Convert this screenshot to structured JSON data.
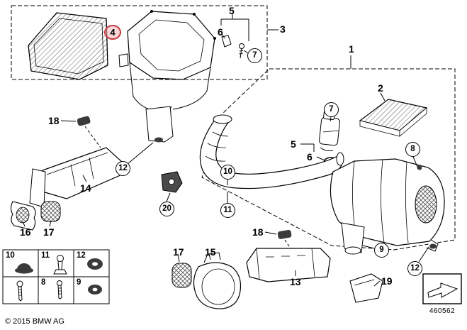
{
  "colors": {
    "highlight_red": "#c4373d",
    "line": "#000000",
    "background": "#ffffff",
    "part_dark": "#3a3a3a"
  },
  "callouts": [
    {
      "label": "4",
      "shape": "highlight"
    },
    {
      "label": "5",
      "shape": "plain"
    },
    {
      "label": "6",
      "shape": "plain"
    },
    {
      "label": "7",
      "shape": "circle"
    },
    {
      "label": "3",
      "shape": "plain"
    },
    {
      "label": "1",
      "shape": "plain"
    },
    {
      "label": "2",
      "shape": "plain"
    },
    {
      "label": "7",
      "shape": "circle"
    },
    {
      "label": "5",
      "shape": "plain"
    },
    {
      "label": "6",
      "shape": "plain"
    },
    {
      "label": "8",
      "shape": "circle"
    },
    {
      "label": "18",
      "shape": "plain"
    },
    {
      "label": "12",
      "shape": "circle"
    },
    {
      "label": "10",
      "shape": "circle"
    },
    {
      "label": "11",
      "shape": "circle"
    },
    {
      "label": "14",
      "shape": "plain"
    },
    {
      "label": "20",
      "shape": "circle"
    },
    {
      "label": "16",
      "shape": "plain"
    },
    {
      "label": "17",
      "shape": "plain"
    },
    {
      "label": "9",
      "shape": "circle"
    },
    {
      "label": "12",
      "shape": "circle"
    },
    {
      "label": "19",
      "shape": "plain"
    },
    {
      "label": "18",
      "shape": "plain"
    },
    {
      "label": "15",
      "shape": "plain"
    },
    {
      "label": "17",
      "shape": "plain"
    },
    {
      "label": "13",
      "shape": "plain"
    }
  ],
  "legend": {
    "cells": [
      {
        "label": "10",
        "icon": "dome-grommet-icon"
      },
      {
        "label": "11",
        "icon": "ball-pin-icon"
      },
      {
        "label": "12",
        "icon": "grommet-icon"
      },
      {
        "label": "",
        "icon": "screw-icon"
      },
      {
        "label": "8",
        "icon": "screw-icon"
      },
      {
        "label": "9",
        "icon": "grommet-icon"
      }
    ]
  },
  "footer": {
    "copyright": "© 2015 BMW AG",
    "diagram_number": "460562"
  },
  "stamp": {
    "icon": "direction-arrow-icon"
  }
}
